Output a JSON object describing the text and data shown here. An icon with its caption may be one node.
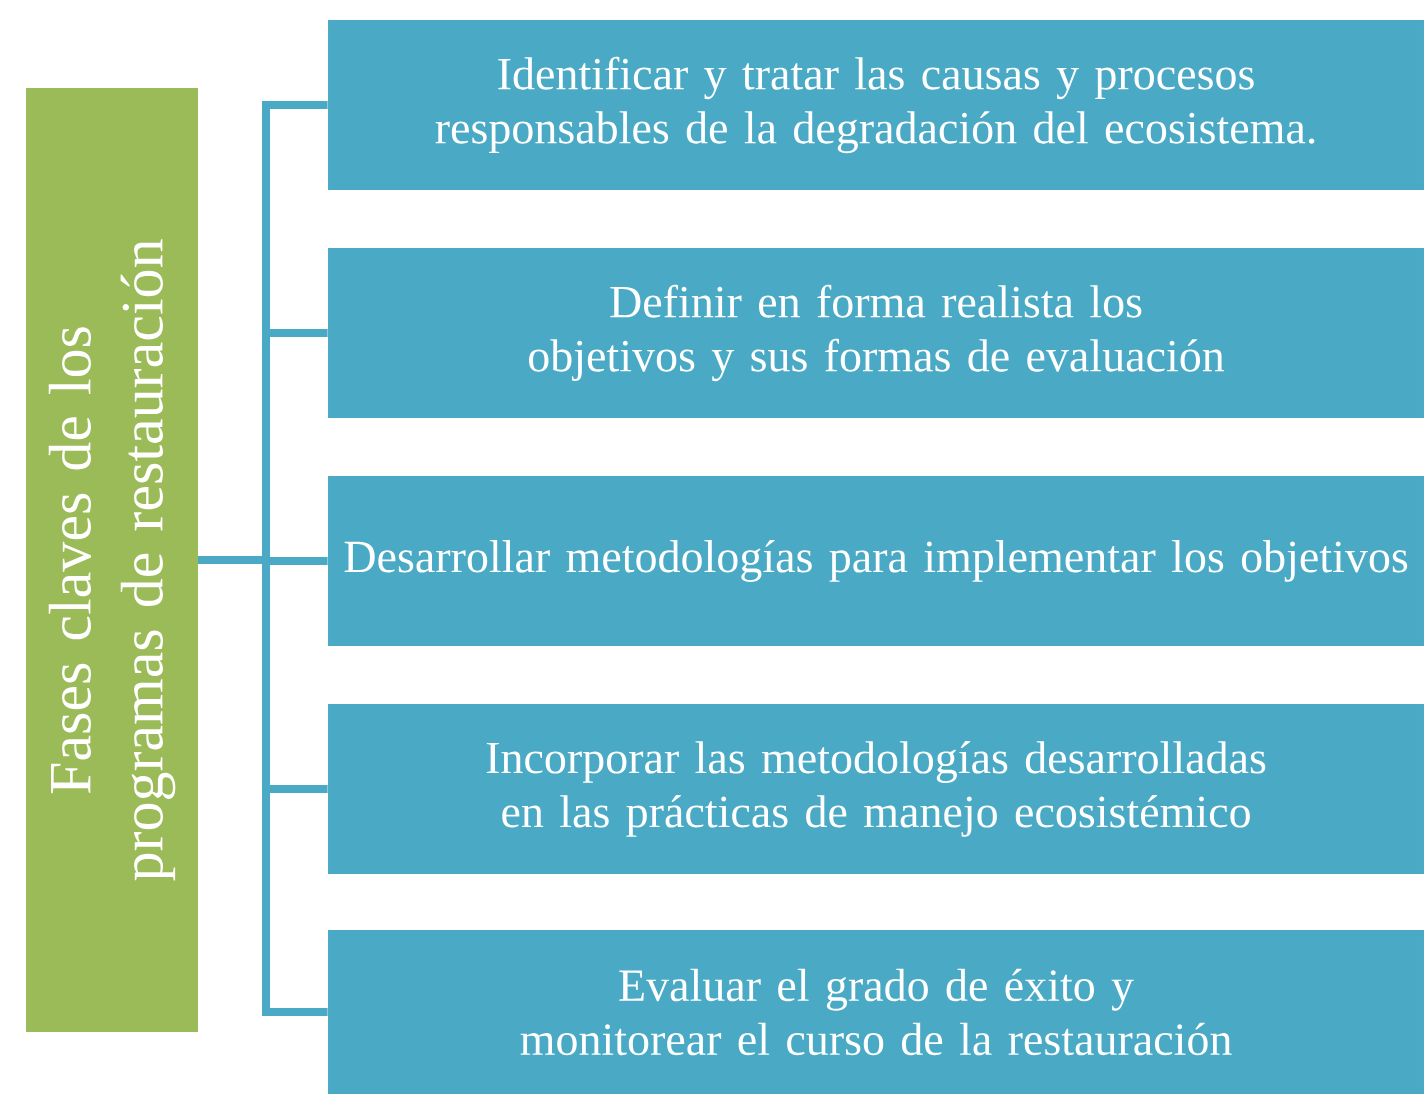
{
  "diagram": {
    "nodes": [
      {
        "text": [
          "Fases claves de los programas de restauración"
        ]
      },
      {
        "text": [
          "Identificar y tratar las causas y procesos responsables de la degradación del ecosistema."
        ]
      },
      {
        "text": [
          "Definir en forma realista los objetivos y sus formas de evaluación"
        ]
      },
      {
        "text": [
          "Desarrollar metodologías para implementar los objetivos"
        ]
      },
      {
        "text": [
          "Incorporar las metodologías desarrolladas en las prácticas de manejo ecosistémico"
        ]
      },
      {
        "text": [
          "Evaluar el grado de éxito y monitorear el curso de la restauración"
        ]
      }
    ],
    "edges": [
      {
        "from": 0,
        "to": 1,
        "arrow": "none"
      },
      {
        "from": 0,
        "to": 2,
        "arrow": "none"
      },
      {
        "from": 0,
        "to": 3,
        "arrow": "none"
      },
      {
        "from": 0,
        "to": 4,
        "arrow": "none"
      },
      {
        "from": 0,
        "to": 5,
        "arrow": "none"
      }
    ]
  }
}
